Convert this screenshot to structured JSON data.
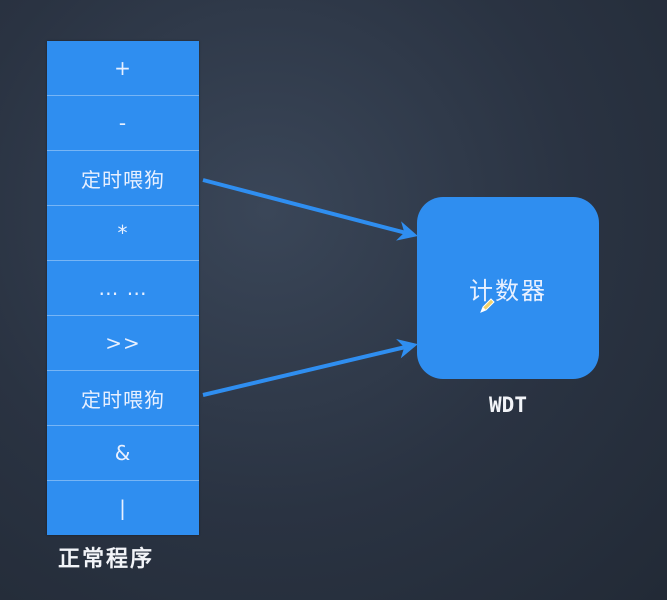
{
  "program_stack": {
    "cells": [
      "+",
      "-",
      "定时喂狗",
      "*",
      "… …",
      ">>",
      "定时喂狗",
      "&",
      "|"
    ],
    "caption": "正常程序"
  },
  "wdt": {
    "counter_label": "计数器",
    "caption": "WDT"
  },
  "colors": {
    "block_blue": "#2f8ef0",
    "background": "#2a3342",
    "text": "#e8f0ff"
  },
  "icons": {
    "cursor": "pen-cursor-icon"
  }
}
